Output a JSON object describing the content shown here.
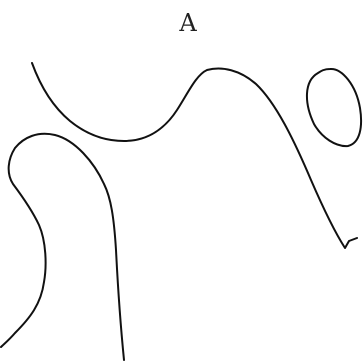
{
  "panel": {
    "label": "A"
  },
  "drawing": {
    "stroke_color": "#111111",
    "background": "#ffffff",
    "curves": [
      "upper-wave-curve",
      "small-loop-curve",
      "left-hook-curve"
    ]
  }
}
